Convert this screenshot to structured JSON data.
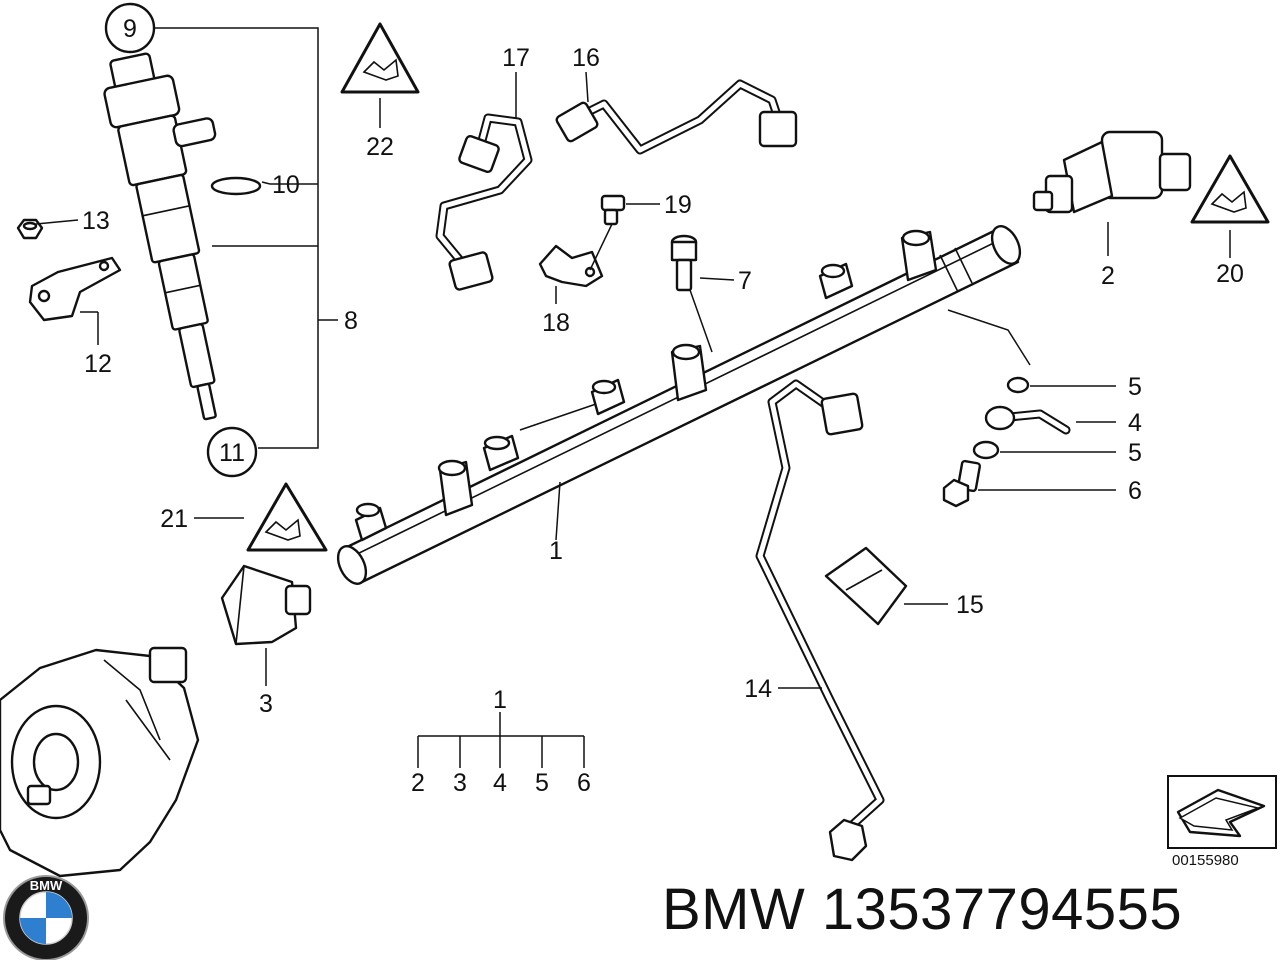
{
  "diagram": {
    "callouts": {
      "c1": "1",
      "c2": "2",
      "c3": "3",
      "c4": "4",
      "c5a": "5",
      "c5b": "5",
      "c6": "6",
      "c7": "7",
      "c8": "8",
      "c9": "9",
      "c10": "10",
      "c11": "11",
      "c12": "12",
      "c13": "13",
      "c14": "14",
      "c15": "15",
      "c16": "16",
      "c17": "17",
      "c18": "18",
      "c19": "19",
      "c20": "20",
      "c21": "21",
      "c22": "22"
    },
    "tree": {
      "root": "1",
      "children": [
        "2",
        "3",
        "4",
        "5",
        "6"
      ]
    },
    "reference_number": "00155980",
    "caption": "BMW 13537794555",
    "logo_text": "BMW"
  }
}
